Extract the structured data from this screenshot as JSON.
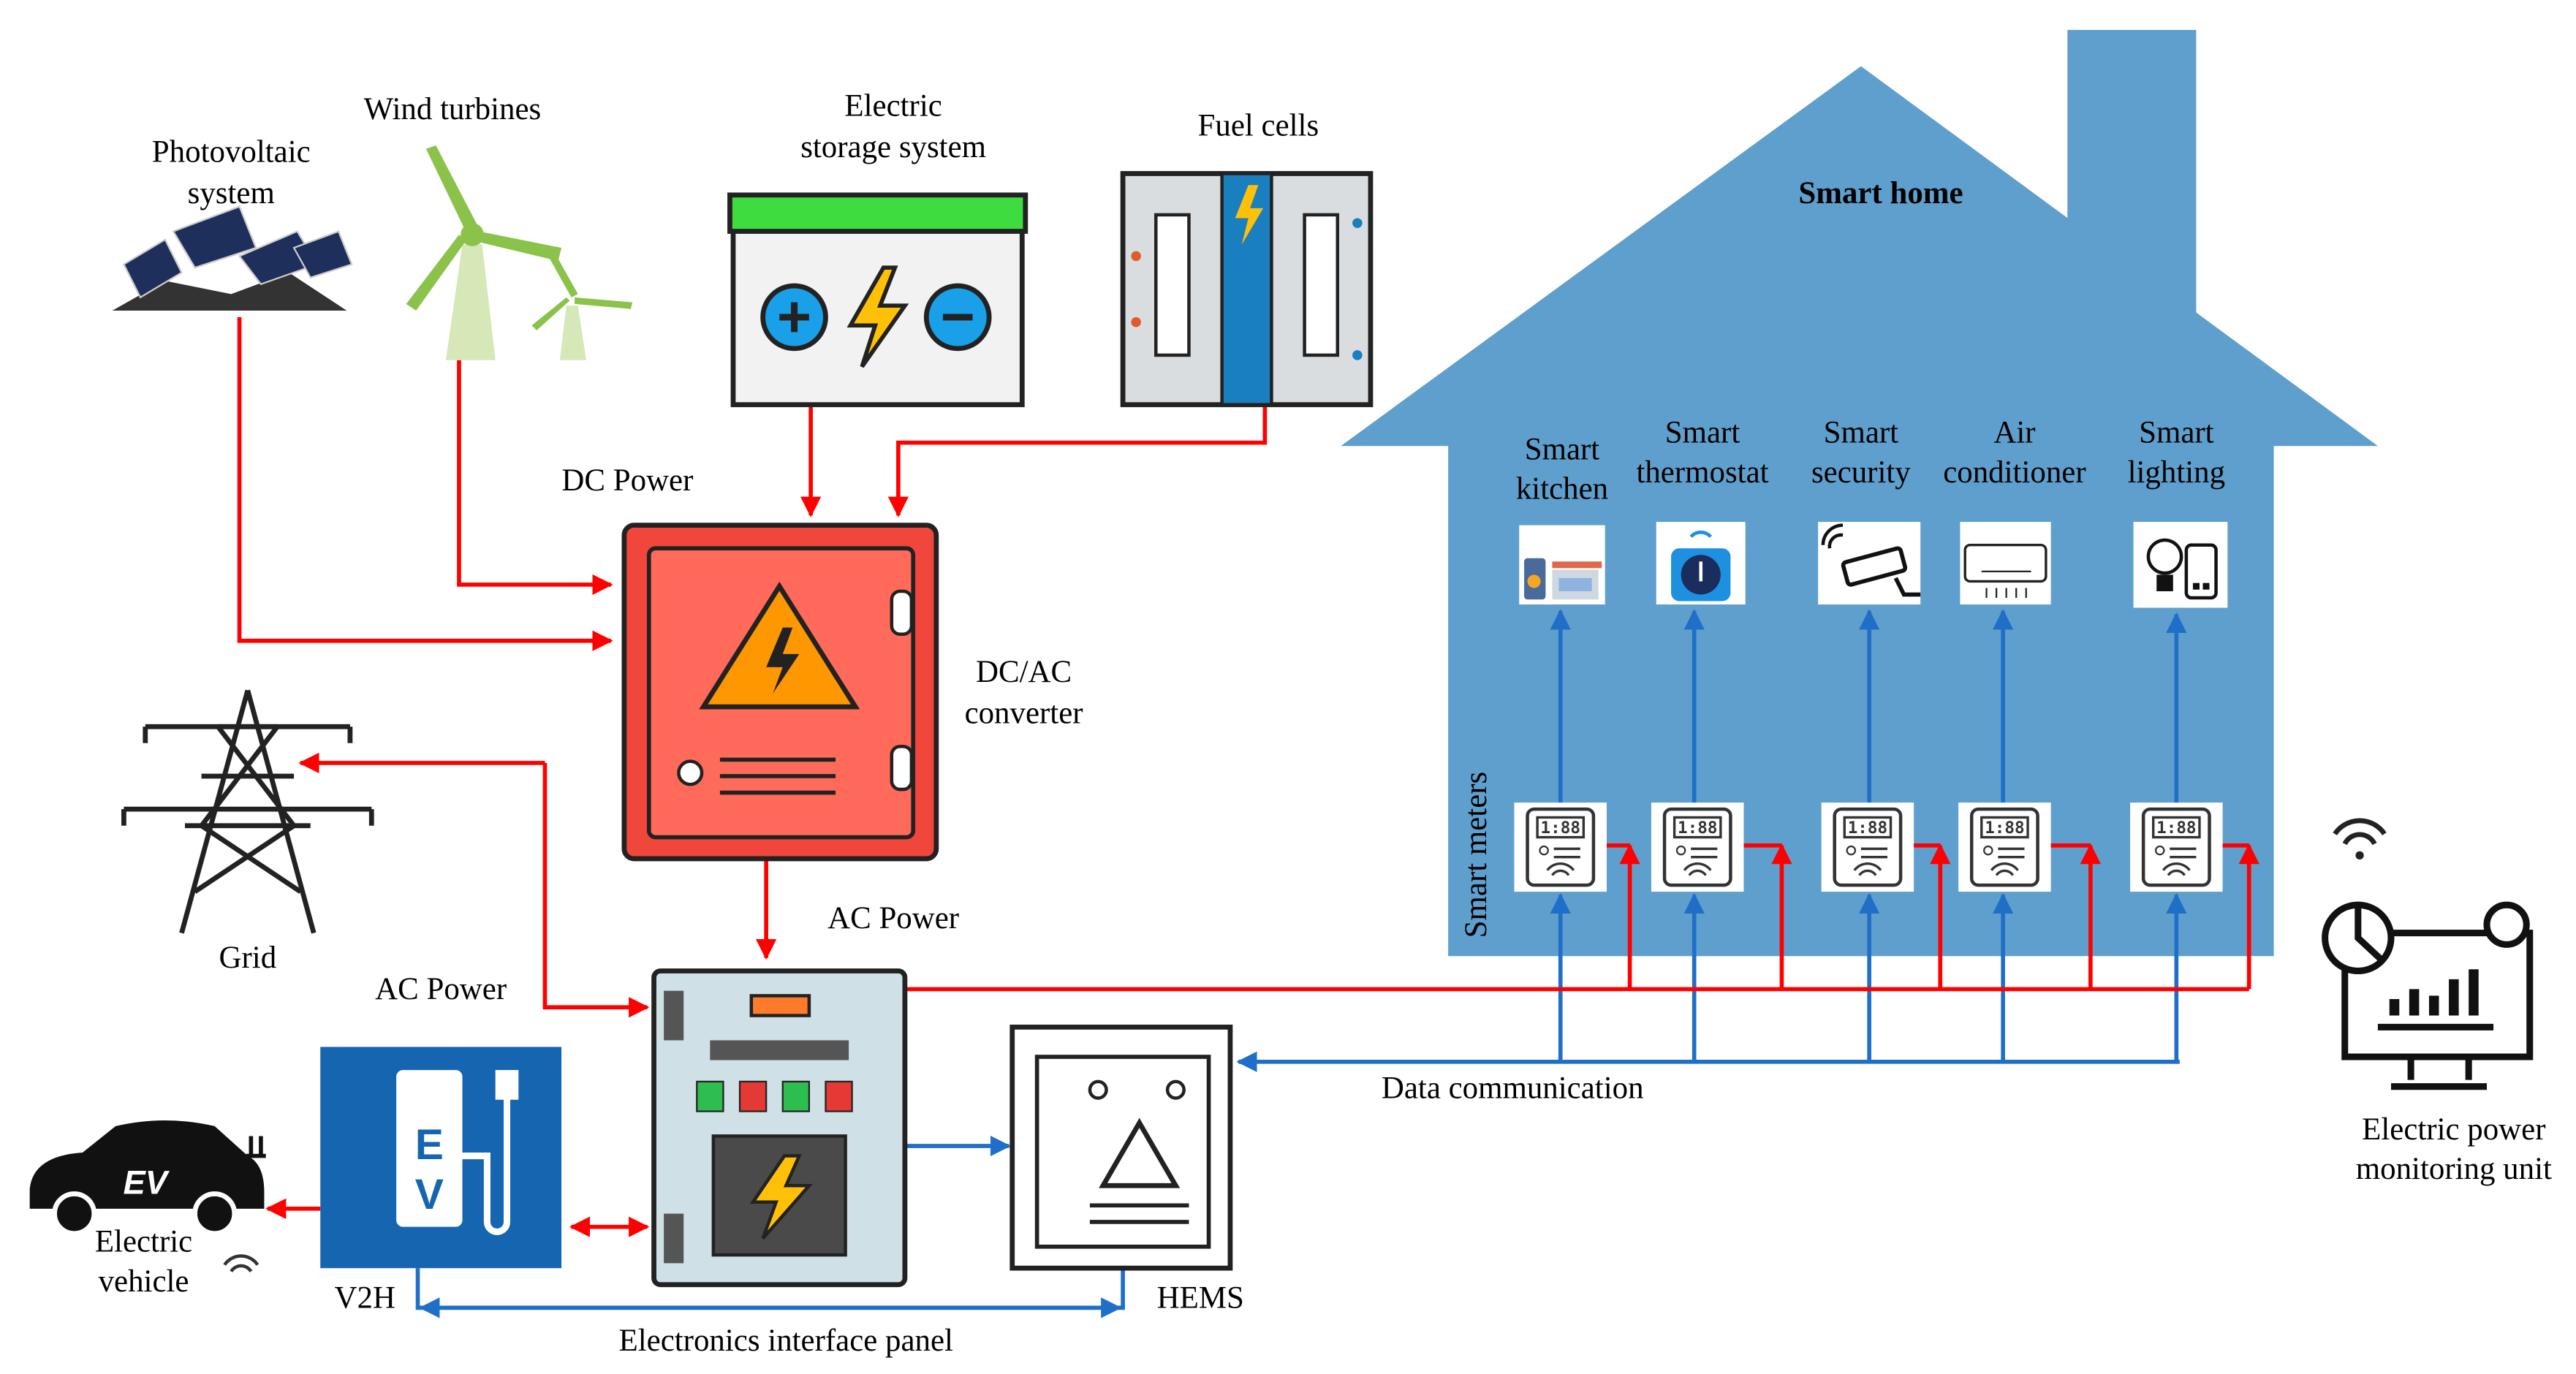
{
  "colors": {
    "house": "#5f9fcd",
    "power_line": "#ff0000",
    "data_line": "#1f6fc8",
    "converter": "#f0463c",
    "v2h": "#1565b0"
  },
  "sources": {
    "pv": {
      "line1": "Photovoltaic",
      "line2": "system",
      "icon": "solar-panel-icon"
    },
    "wind": {
      "label": "Wind turbines",
      "icon": "wind-turbine-icon"
    },
    "storage": {
      "line1": "Electric",
      "line2": "storage system",
      "icon": "battery-icon"
    },
    "fuel": {
      "label": "Fuel cells",
      "icon": "fuel-cell-icon"
    }
  },
  "labels": {
    "dc_power": "DC Power",
    "converter_line1": "DC/AC",
    "converter_line2": "converter",
    "ac_power_top": "AC Power",
    "ac_power_left": "AC Power",
    "grid": "Grid",
    "ev_line1": "Electric",
    "ev_line2": "vehicle",
    "ev_badge": "EV",
    "v2h": "V2H",
    "v2h_badge_e": "E",
    "v2h_badge_v": "V",
    "hems": "HEMS",
    "panel": "Electronics interface panel",
    "data_comm": "Data communication",
    "monitor_line1": "Electric power",
    "monitor_line2": "monitoring unit",
    "smart_meters": "Smart meters",
    "meter_display": "1:88"
  },
  "house": {
    "title": "Smart home",
    "appliances": [
      {
        "line1": "Smart",
        "line2": "kitchen",
        "icon": "kitchen-icon"
      },
      {
        "line1": "Smart",
        "line2": "thermostat",
        "icon": "thermostat-icon"
      },
      {
        "line1": "Smart",
        "line2": "security",
        "icon": "security-camera-icon"
      },
      {
        "line1": "Air",
        "line2": "conditioner",
        "icon": "air-conditioner-icon"
      },
      {
        "line1": "Smart",
        "line2": "lighting",
        "icon": "smart-bulb-icon"
      }
    ]
  }
}
